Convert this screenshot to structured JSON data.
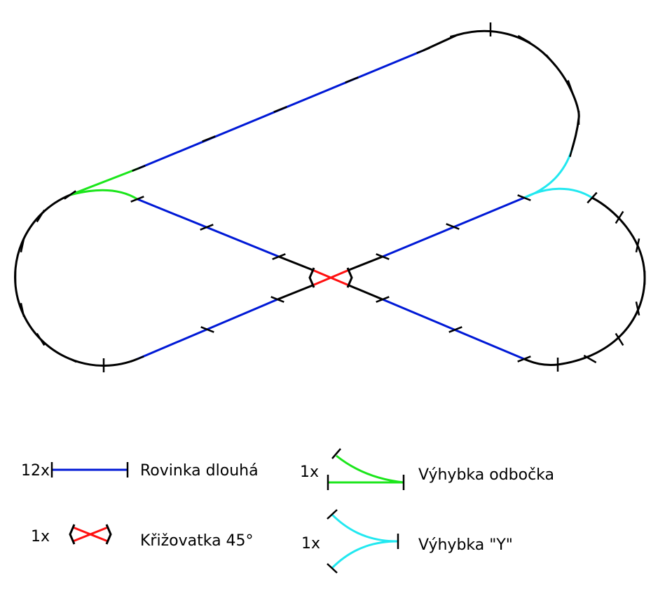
{
  "colors": {
    "curve": "#000000",
    "straight_long": "#0019d6",
    "turnout_branch": "#1be61b",
    "turnout_y": "#22e8f0",
    "crossing": "#ff1010",
    "tick": "#000000"
  },
  "legend": {
    "straight_long": {
      "count": "12x",
      "label": "Rovinka dlouhá"
    },
    "crossing": {
      "count": "1x",
      "label": "Křižovatka 45°"
    },
    "turnout_branch": {
      "count": "1x",
      "label": "Výhybka odbočka"
    },
    "turnout_y": {
      "count": "1x",
      "label": "Výhybka \"Y\""
    }
  }
}
